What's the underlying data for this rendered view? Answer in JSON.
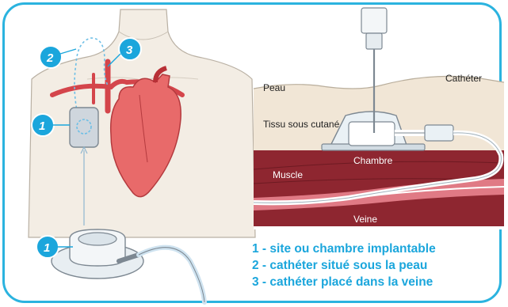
{
  "labels": {
    "peau": "Peau",
    "catheter": "Cathéter",
    "tissu": "Tissu sous cutané",
    "chambre": "Chambre",
    "muscle": "Muscle",
    "veine": "Veine"
  },
  "badges": [
    "1",
    "2",
    "3",
    "1"
  ],
  "legend": [
    "1 - site ou chambre implantable",
    "2 - cathéter situé sous la peau",
    "3 - cathéter placé dans la veine"
  ],
  "colors": {
    "frame": "#2bb3df",
    "badge": "#1ba6dc",
    "legend": "#1ba6dc",
    "skin": "#f1e6d6",
    "muscle": "#8e2630",
    "vein": "#e07a85",
    "heart": "#e25c5c",
    "aorta": "#b83036"
  }
}
